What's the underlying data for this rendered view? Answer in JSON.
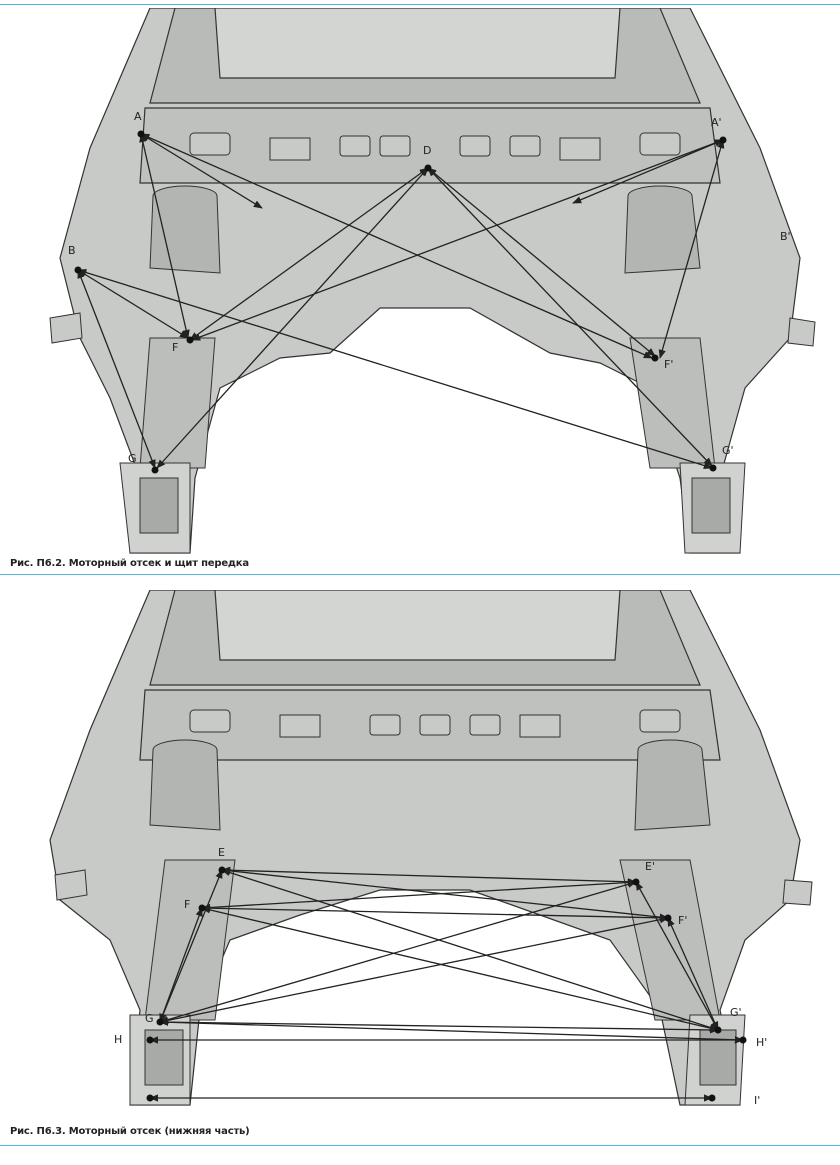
{
  "colors": {
    "rule": "#4fb6e6",
    "body_fill": "#c8cac7",
    "body_dark": "#9a9c99",
    "line": "#333333",
    "arrow": "#222222"
  },
  "figure1": {
    "caption": "Рис. П6.2. Моторный отсек и щит передка",
    "labels": {
      "A": "A",
      "A2": "A'",
      "B": "B",
      "B2": "B'",
      "D": "D",
      "F": "F",
      "F2": "F'",
      "G": "G",
      "G2": "G'"
    }
  },
  "figure2": {
    "caption": "Рис. П6.3. Моторный отсек (нижняя часть)",
    "labels": {
      "E": "E",
      "E2": "E'",
      "F": "F",
      "F2": "F'",
      "G": "G",
      "G2": "G'",
      "H": "H",
      "H2": "H'",
      "I2": "I'"
    }
  }
}
